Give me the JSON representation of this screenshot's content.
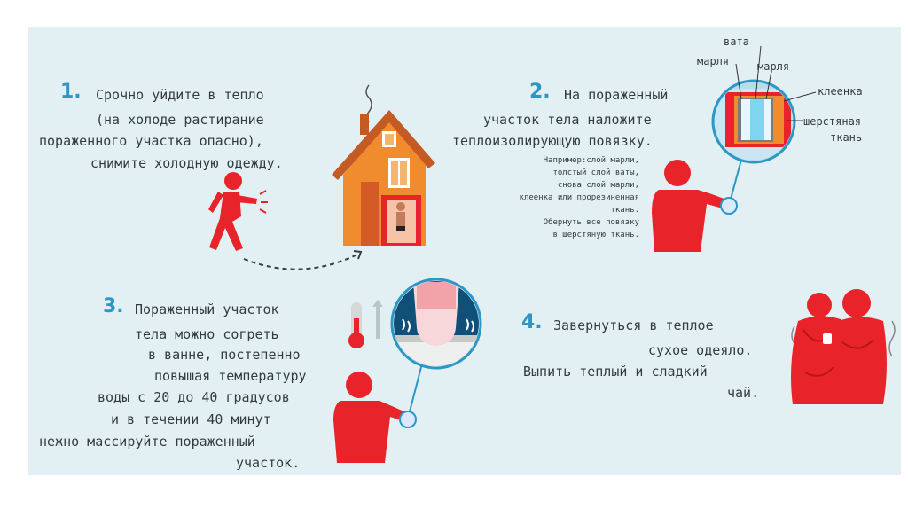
{
  "step1": {
    "number": "1.",
    "lines": [
      "Срочно уйдите в тепло",
      "(на холоде растирание",
      "пораженного участка опасно),",
      "снимите холодную одежду."
    ]
  },
  "step2": {
    "number": "2.",
    "lines": [
      "На пораженный",
      "участок тела наложите",
      "теплоизолирующую повязку."
    ],
    "note": [
      "Например:слой марли,",
      "толстый слой ваты,",
      "снова слой марли,",
      "клеенка или прорезиненная",
      "ткань.",
      "Обернуть все повязку",
      "в шерстяную ткань."
    ],
    "layers": {
      "vata": "вата",
      "marlya_left": "марля",
      "marlya_right": "марля",
      "kleenka": "клеенка",
      "wool_1": "шерстяная",
      "wool_2": "ткань"
    }
  },
  "step3": {
    "number": "3.",
    "lines": [
      "Пораженный участок",
      "тела можно согреть",
      "в ванне, постепенно",
      "повышая температуру",
      "воды с 20 до 40 градусов",
      "и в течении 40 минут",
      "нежно массируйте пораженный",
      "участок."
    ]
  },
  "step4": {
    "number": "4.",
    "lines": [
      "Завернуться в теплое",
      "сухое одеяло.",
      "Выпить теплый и сладкий",
      "чай."
    ]
  },
  "icons": [
    "running-person-icon",
    "house-icon",
    "person-bandage-icon",
    "bandage-layers-icon",
    "thermometer-icon",
    "bath-icon",
    "person-bath-icon",
    "couple-blanket-icon"
  ],
  "colors": {
    "accent_red": "#e8242a",
    "number_blue": "#2c97c4",
    "background": "#e2f0f4",
    "house_orange": "#f08b2e"
  }
}
